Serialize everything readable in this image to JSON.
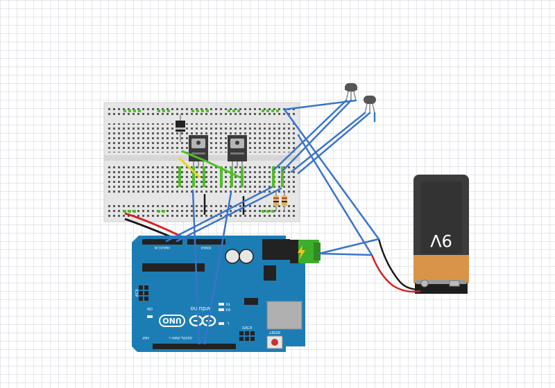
{
  "colors": {
    "wire_blue": "#3a74c9",
    "wire_green": "#4fbf28",
    "wire_yellow": "#e6d81e",
    "wire_red": "#d62020",
    "wire_black": "#1a1a1a",
    "board_teal": "#1c7db4",
    "breadboard": "#e8e8e8",
    "battery_body": "#3c3c3c",
    "battery_copper": "#d9944a"
  },
  "battery": {
    "label": "9V"
  },
  "arduino": {
    "logo_text": "UNO",
    "brand_text": "Arduino",
    "on_label": "ON",
    "tx_label": "TX",
    "rx_label": "RX",
    "l_label": "L",
    "reset_label": "RESET",
    "icsp_label": "ICSP",
    "icsp2_label": "ICSP2",
    "analog_label": "ANALOG IN",
    "power_label": "POWER",
    "digital_label": "DIGITAL (PWM~)",
    "aref_label": "AREF"
  },
  "icons": {
    "jack_icon": "lightning-bolt",
    "infinity_logo": "arduino-infinity"
  }
}
